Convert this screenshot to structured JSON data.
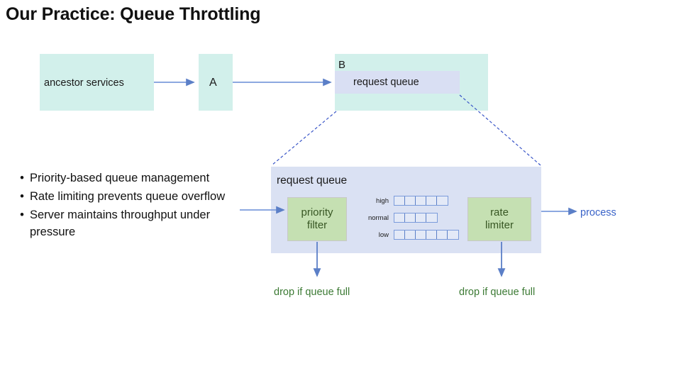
{
  "slide": {
    "title": "Our Practice: Queue Throttling"
  },
  "top_flow": {
    "ancestor_box": {
      "label": "ancestor services"
    },
    "service_a": {
      "label": "A"
    },
    "service_b": {
      "label": "B",
      "inner_label": "request queue"
    }
  },
  "bullets": [
    "Priority-based queue management",
    "Rate limiting prevents queue overflow",
    "Server maintains throughput under pressure"
  ],
  "detail_panel": {
    "title": "request queue",
    "priority_filter": {
      "line1": "priority",
      "line2": "filter"
    },
    "rate_limiter": {
      "line1": "rate",
      "line2": "limiter"
    },
    "queues": [
      {
        "label": "high",
        "cells": 5
      },
      {
        "label": "normal",
        "cells": 4
      },
      {
        "label": "low",
        "cells": 6
      }
    ],
    "output_label": "process",
    "drop_note_left": "drop if queue full",
    "drop_note_right": "drop if queue full"
  },
  "colors": {
    "teal_fill": "#d2f0eb",
    "lavender_fill": "#d9dff3",
    "panel_fill": "#dae1f3",
    "green_fill": "#c5e0b2",
    "green_text": "#3c7a34",
    "blue_text": "#3a63c8",
    "arrow_blue": "#7b9bdb",
    "cell_border": "#5b7fc7",
    "dashed_blue": "#3a56c8"
  }
}
